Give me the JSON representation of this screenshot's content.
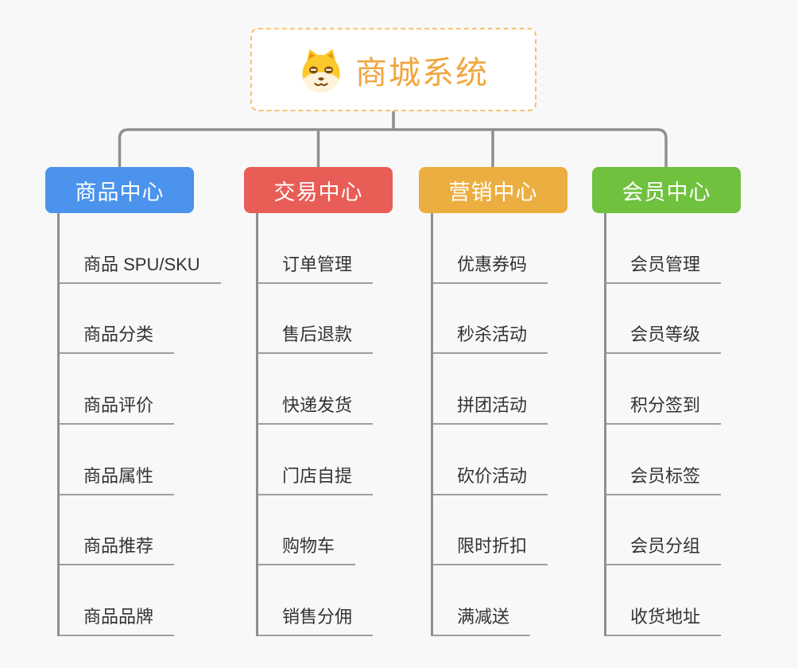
{
  "page": {
    "background": "#f8f8f8"
  },
  "root": {
    "title": "商城系统",
    "icon": "dog-face-icon",
    "title_color": "#f0a63e",
    "border_color": "#f3c473"
  },
  "connector_color": "#8f8f8f",
  "underline_color": "#9e9e9e",
  "item_text_color": "#333333",
  "branches": [
    {
      "label": "商品中心",
      "color": "#4b93ec",
      "items": [
        "商品 SPU/SKU",
        "商品分类",
        "商品评价",
        "商品属性",
        "商品推荐",
        "商品品牌"
      ]
    },
    {
      "label": "交易中心",
      "color": "#e85d56",
      "items": [
        "订单管理",
        "售后退款",
        "快递发货",
        "门店自提",
        "购物车",
        "销售分佣"
      ]
    },
    {
      "label": "营销中心",
      "color": "#ecae40",
      "items": [
        "优惠券码",
        "秒杀活动",
        "拼团活动",
        "砍价活动",
        "限时折扣",
        "满减送"
      ]
    },
    {
      "label": "会员中心",
      "color": "#6fc13e",
      "items": [
        "会员管理",
        "会员等级",
        "积分签到",
        "会员标签",
        "会员分组",
        "收货地址"
      ]
    }
  ]
}
